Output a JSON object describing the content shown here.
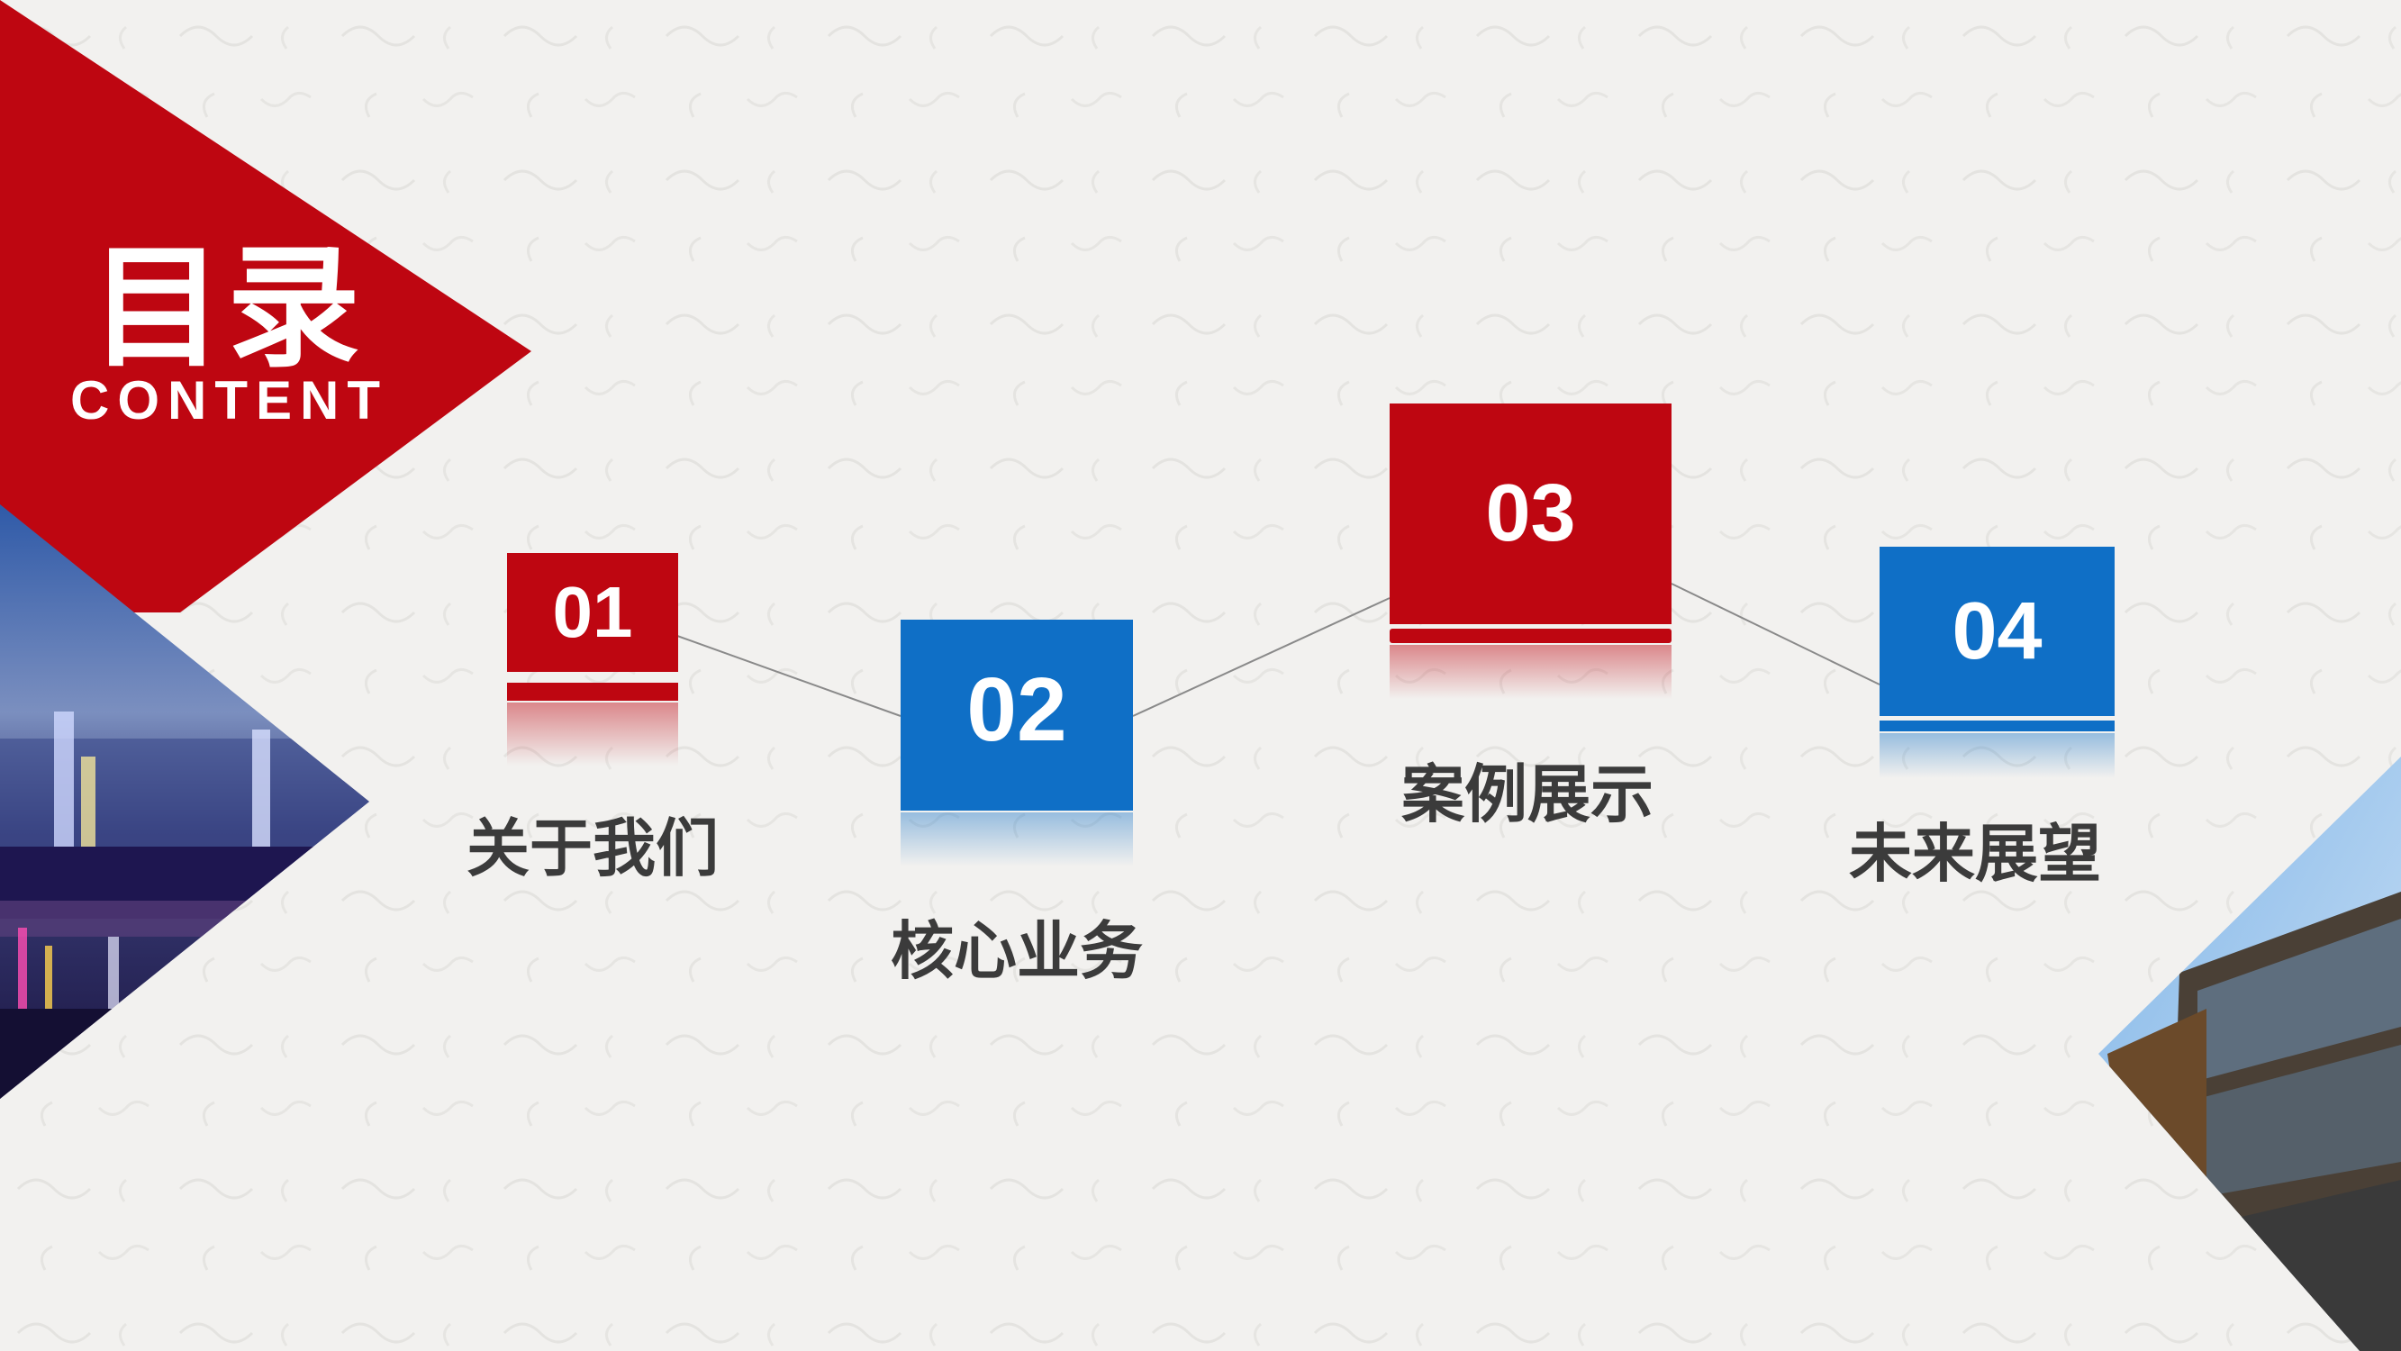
{
  "title": {
    "cn": "目录",
    "en": "CONTENT"
  },
  "items": [
    {
      "number": "01",
      "label": "关于我们",
      "color": "#be0611"
    },
    {
      "number": "02",
      "label": "核心业务",
      "color": "#0f6fc6"
    },
    {
      "number": "03",
      "label": "案例展示",
      "color": "#be0611"
    },
    {
      "number": "04",
      "label": "未来展望",
      "color": "#0f6fc6"
    }
  ],
  "colors": {
    "red": "#be0611",
    "blue": "#0f6fc6",
    "label_text": "#3b3b3b",
    "background": "#f2f1ef"
  }
}
